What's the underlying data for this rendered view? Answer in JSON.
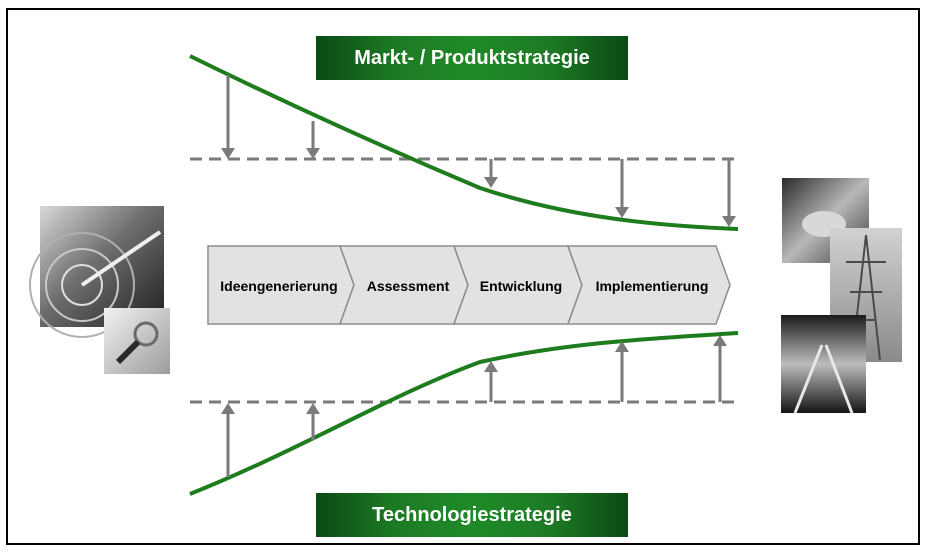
{
  "strategies": {
    "top": "Markt- / Produktstrategie",
    "bottom": "Technologiestrategie"
  },
  "process_steps": [
    "Ideengenerierung",
    "Assessment",
    "Entwicklung",
    "Implementierung"
  ],
  "photos": {
    "left": [
      "dartboard-photo",
      "magnifier-photo"
    ],
    "right": [
      "handshake-photo",
      "power-pylon-photo",
      "road-photo"
    ]
  },
  "colors": {
    "curve": "#1e7b1e",
    "banner": "#1d7a24",
    "arrow": "#7a7a7a",
    "dashed_line": "#7a7a7a",
    "chevron_fill": "#e2e2e2",
    "chevron_stroke": "#8c8c8c"
  }
}
